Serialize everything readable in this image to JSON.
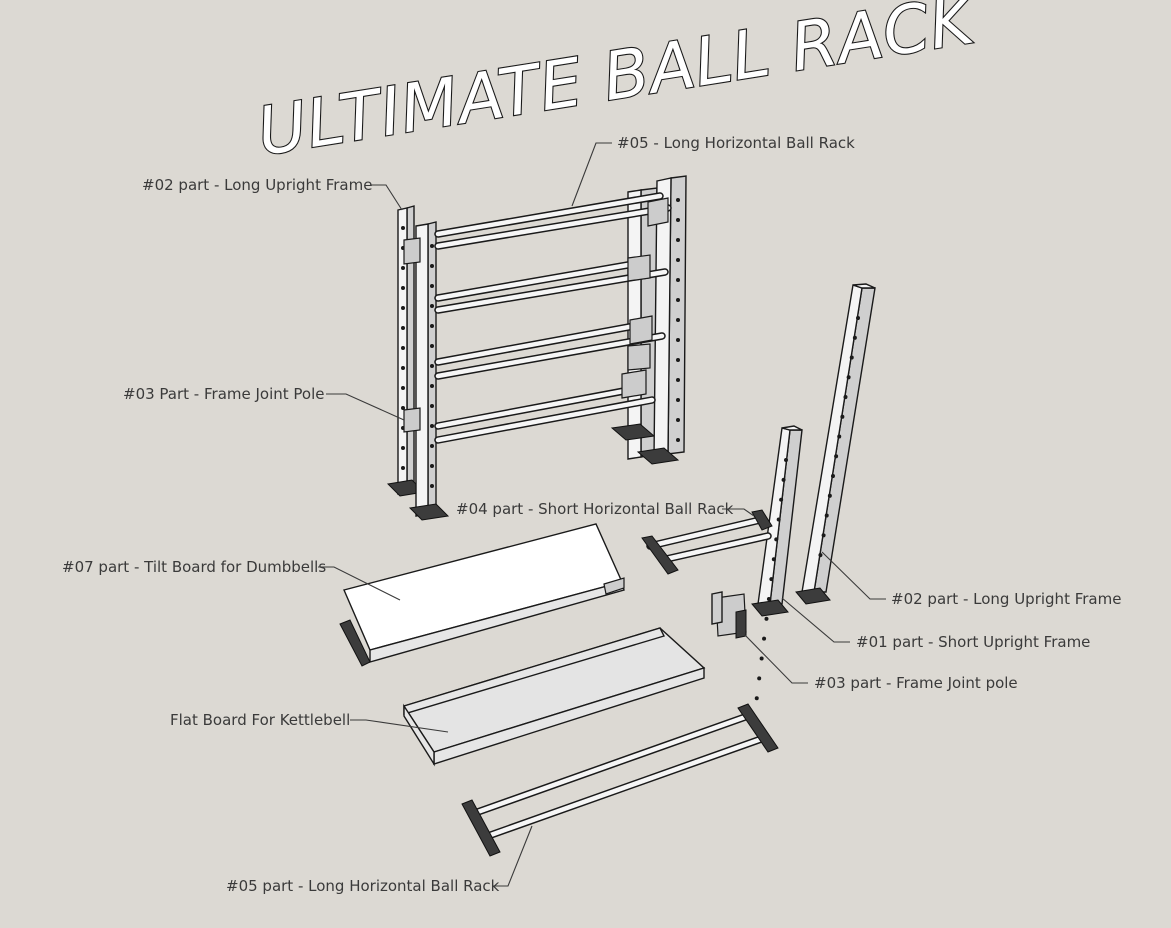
{
  "title": "ULTIMATE BALL RACK",
  "labels": {
    "long_horizontal_top": "#05 - Long Horizontal Ball Rack",
    "long_upright_left": "#02 part - Long Upright Frame",
    "frame_joint_pole_left": "#03 Part - Frame Joint Pole",
    "short_horizontal": "#04 part - Short Horizontal Ball Rack",
    "tilt_board": "#07 part - Tilt Board for Dumbbells",
    "long_upright_right": "#02 part - Long Upright Frame",
    "short_upright": "#01 part - Short Upright Frame",
    "frame_joint_pole_right": "#03 part - Frame Joint pole",
    "flat_board": "Flat Board For Kettlebell",
    "long_horizontal_bottom": "#05 part - Long Horizontal Ball Rack"
  }
}
